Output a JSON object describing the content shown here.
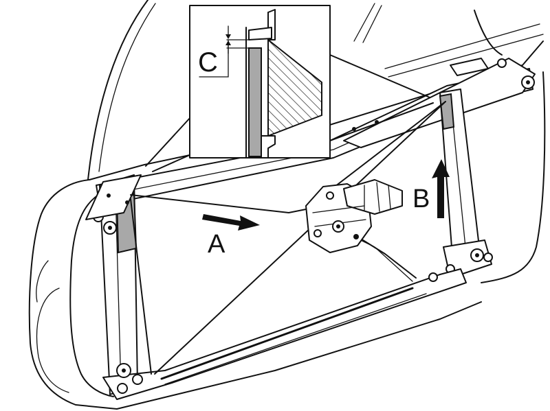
{
  "labels": {
    "a": "A",
    "b": "B",
    "c": "C"
  },
  "colors": {
    "line": "#111111",
    "background": "#ffffff",
    "seal": "#a8a8a8"
  }
}
